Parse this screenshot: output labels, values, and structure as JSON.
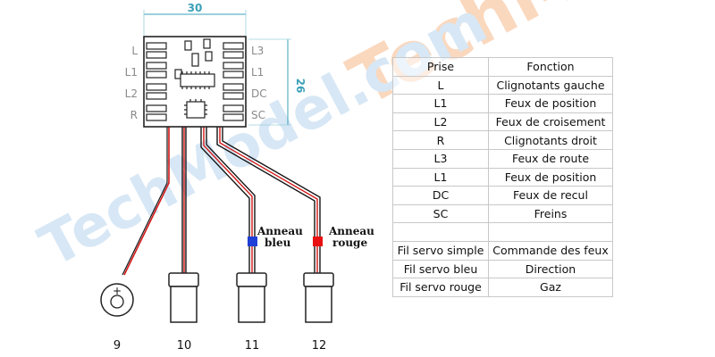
{
  "dimensions": {
    "width": "30",
    "height": "26"
  },
  "left_pins": [
    "L",
    "L1",
    "L2",
    "R"
  ],
  "right_pins": [
    "L3",
    "L1",
    "DC",
    "SC"
  ],
  "anneau_bleu": {
    "line1": "Anneau",
    "line2": "bleu",
    "color": "#1f3fd6"
  },
  "anneau_rouge": {
    "line1": "Anneau",
    "line2": "rouge",
    "color": "#e81010"
  },
  "plus_sign": "+",
  "connector_numbers": [
    "9",
    "10",
    "11",
    "12"
  ],
  "table": {
    "header": {
      "prise": "Prise",
      "fonction": "Fonction"
    },
    "rows": [
      {
        "prise": "L",
        "fonction": "Clignotants gauche"
      },
      {
        "prise": "L1",
        "fonction": "Feux de position"
      },
      {
        "prise": "L2",
        "fonction": "Feux de croisement"
      },
      {
        "prise": "R",
        "fonction": "Clignotants droit"
      },
      {
        "prise": "L3",
        "fonction": "Feux de route"
      },
      {
        "prise": "L1",
        "fonction": "Feux de position"
      },
      {
        "prise": "DC",
        "fonction": "Feux de recul"
      },
      {
        "prise": "SC",
        "fonction": "Freins"
      }
    ],
    "servo_rows": [
      {
        "prise": "Fil servo simple",
        "fonction": "Commande des feux"
      },
      {
        "prise": "Fil servo bleu",
        "fonction": "Direction"
      },
      {
        "prise": "Fil servo rouge",
        "fonction": "Gaz"
      }
    ]
  },
  "colors": {
    "wire_red": "#d41818",
    "wire_black": "#151515",
    "dimension_teal": "#3aa0b8",
    "pin_label_gray": "#8a8a8a",
    "watermark_orange": "#f6b98a",
    "watermark_blue": "#b8d4ee"
  },
  "watermark": "TechModel.com"
}
